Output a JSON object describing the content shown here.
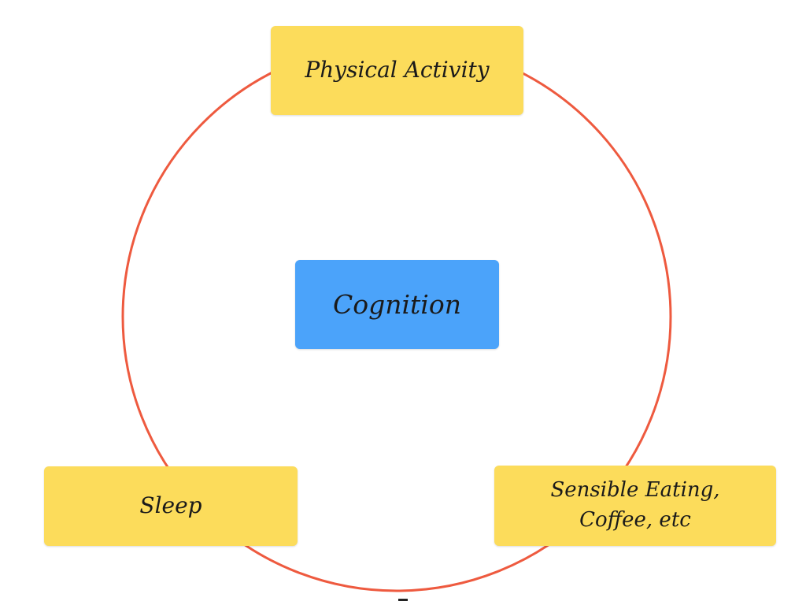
{
  "diagram": {
    "ring_color": "#ee5a3f",
    "factor_color": "#fcdc5b",
    "center_color": "#4ba3fa",
    "center": {
      "label": "Cognition"
    },
    "factors": {
      "physical": {
        "label": "Physical Activity"
      },
      "sleep": {
        "label": "Sleep"
      },
      "eating": {
        "line1": "Sensible Eating,",
        "line2": "Coffee, etc"
      }
    }
  }
}
